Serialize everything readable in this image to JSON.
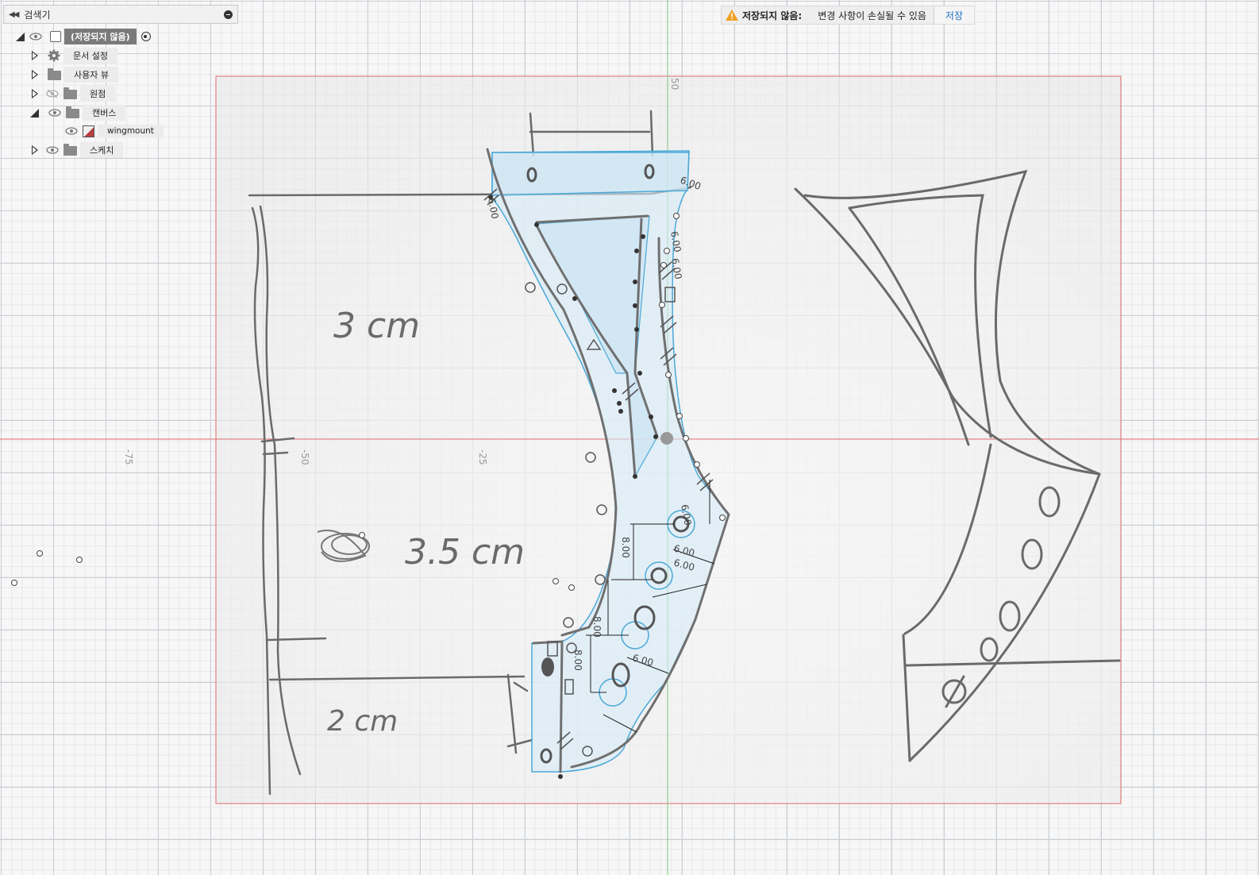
{
  "browser": {
    "title": "검색기",
    "root_label": "(저장되지 않음)",
    "items": [
      {
        "label": "문서 설정"
      },
      {
        "label": "사용자 뷰"
      },
      {
        "label": "원점"
      },
      {
        "label": "캔버스"
      },
      {
        "label": "wingmount"
      },
      {
        "label": "스케치"
      }
    ]
  },
  "notification": {
    "title": "저장되지 않음:",
    "message": "변경 사항이 손실될 수 있음",
    "save_label": "저장"
  },
  "axis_labels": {
    "v50": "50",
    "h_neg75": "-75",
    "h_neg50": "-50",
    "h_neg25": "-25"
  },
  "sketch_annotations": {
    "dim_3cm": "3 cm",
    "dim_35cm": "3.5 cm",
    "dim_2cm": "2 cm"
  },
  "dimensions": {
    "d1": "6.00",
    "d2": "6.00",
    "d3": "6.00",
    "d4": "6.00",
    "d5": "6.00",
    "d6": "8.00",
    "d7": "8.00",
    "d8": "8.00",
    "d9": "6.00",
    "d10": "6.00",
    "d11": "6.00"
  },
  "colors": {
    "sketch_blue": "#4aa8d8",
    "red_axis": "#e06a6a",
    "green_axis": "#79c779",
    "pencil": "#555555"
  }
}
